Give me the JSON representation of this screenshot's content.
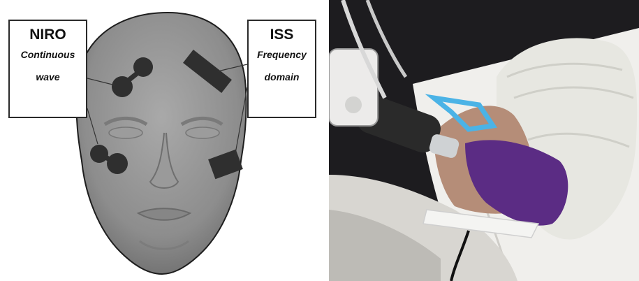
{
  "figure": {
    "left_panel": {
      "niro_label": {
        "title": "NIRO",
        "line1": "Continuous",
        "line2": "wave"
      },
      "iss_label": {
        "title": "ISS",
        "line1": "Frequency",
        "line2": "domain"
      },
      "colors": {
        "head": "#8f8f8f",
        "probe": "#2f2f2f",
        "outline": "#1e1e1e"
      }
    },
    "right_panel": {
      "colors": {
        "bandage": "#e7e7e1",
        "purple_tape": "#5b2c84",
        "blue_clip": "#4bb3e6",
        "skin": "#b58d78",
        "blanket": "#d8d6d1"
      }
    }
  }
}
